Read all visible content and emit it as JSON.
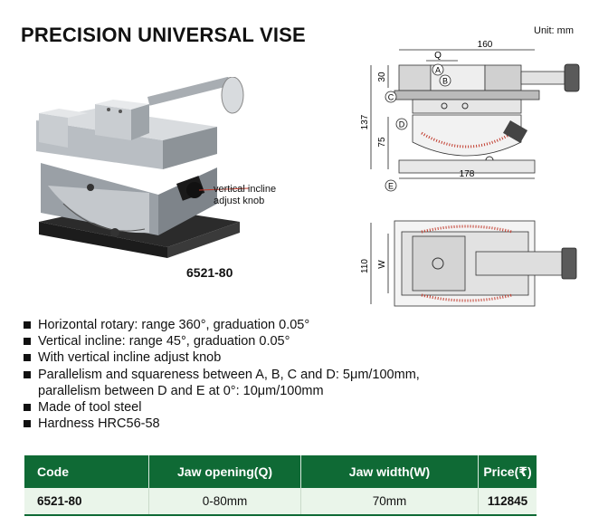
{
  "header": {
    "title": "PRECISION UNIVERSAL VISE",
    "unit": "Unit: mm"
  },
  "photo": {
    "callout_line1": "vertical incline",
    "callout_line2": "adjust knob",
    "model": "6521-80"
  },
  "drawing": {
    "dims": {
      "width_top": "160",
      "q": "Q",
      "h30": "30",
      "h137": "137",
      "h75": "75",
      "base": "178",
      "h110": "110",
      "w": "W"
    },
    "labels": {
      "a": "A",
      "b": "B",
      "c": "C",
      "d": "D",
      "e": "E"
    }
  },
  "features": [
    "Horizontal rotary: range 360°, graduation 0.05°",
    "Vertical incline: range 45°, graduation 0.05°",
    "With vertical incline adjust knob",
    "Parallelism and squareness between A, B, C and D: 5μm/100mm,",
    "parallelism between D and E at 0°: 10μm/100mm",
    "Made of tool steel",
    "Hardness HRC56-58"
  ],
  "table": {
    "headers": [
      "Code",
      "Jaw opening(Q)",
      "Jaw width(W)",
      "Price(₹)"
    ],
    "rows": [
      [
        "6521-80",
        "0-80mm",
        "70mm",
        "112845"
      ]
    ]
  },
  "colors": {
    "table_header": "#0f6a35",
    "table_row": "#eaf5ea"
  }
}
